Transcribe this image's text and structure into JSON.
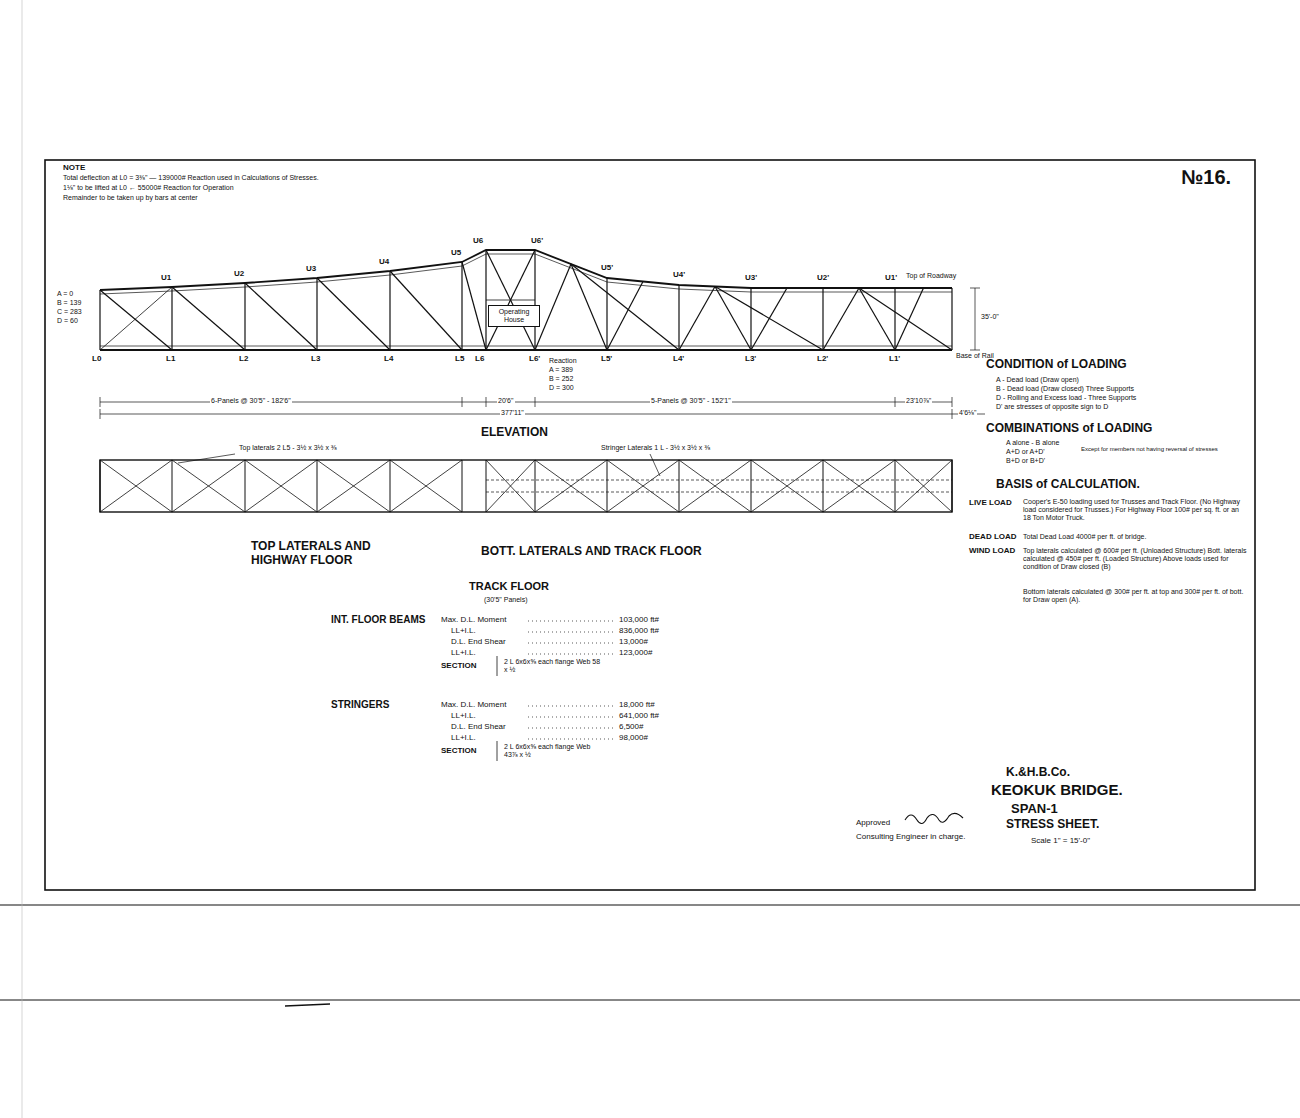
{
  "diagram": {
    "title": "KEOKUK BRIDGE.",
    "nodes": [
      {
        "text": [
          "Operating House"
        ]
      }
    ],
    "labels": [
      "№16.",
      "NOTE",
      "Total deflection at L0 = 3⅜\" — 139000# Reaction used in Calculations of Stresses.",
      "1⅛\" to be lifted at L0 ← 55000# Reaction for Operation",
      "Remainder to be taken up by bars at center",
      "A = 0",
      "B = 139",
      "C = 283",
      "D = 60",
      "L0",
      "L1",
      "L2",
      "L3",
      "L4",
      "L5",
      "L6",
      "L6'",
      "L5'",
      "L4'",
      "L3'",
      "L2'",
      "L1'",
      "U1",
      "U2",
      "U3",
      "U4",
      "U5",
      "U6",
      "U6'",
      "U5'",
      "U4'",
      "U3'",
      "U2'",
      "U1'",
      "Top of Roadway",
      "Base of Rail",
      "35'-0\"",
      "6-Panels @ 30'5\" - 182'6\"",
      "20'6\"",
      "5-Panels @ 30'5\" - 152'1\"",
      "23'10⅞\"",
      "377'11\"",
      "4'6⅛\"",
      "Reaction",
      "A = 389",
      "B = 252",
      "D = 300",
      "ELEVATION",
      "Top laterals 2 L5 - 3½ x 3½ x ⅜",
      "Stringer Laterals 1 L - 3½ x 3½ x ⅜",
      "TOP LATERALS AND HIGHWAY FLOOR",
      "BOTT. LATERALS AND TRACK FLOOR",
      "TRACK FLOOR",
      "(30'5\" Panels)",
      "INT. FLOOR BEAMS",
      "Max. D.L. Moment",
      "103,000 ft#",
      "LL+I.L.",
      "836,000 ft#",
      "D.L. End Shear",
      "13,000#",
      "LL+I.L.",
      "123,000#",
      "SECTION",
      "2 L 6x6x⅝ each flange Web 58 x ½",
      "STRINGERS",
      "Max. D.L. Moment",
      "18,000 ft#",
      "LL+I.L.",
      "641,000 ft#",
      "D.L. End Shear",
      "6,500#",
      "LL+I.L.",
      "98,000#",
      "SECTION",
      "2 L 6x6x⅝ each flange Web 43⅞ x ½",
      "CONDITION of LOADING",
      "A - Dead load (Draw open)",
      "B - Dead load (Draw closed) Three Supports",
      "D - Rolling and Excess load - Three Supports",
      "D' are stresses of opposite sign to D",
      "COMBINATIONS of LOADING",
      "A alone - B alone",
      "A+D or A+D'",
      "B+D or B+D'",
      "Except for members not having reversal of stresses",
      "BASIS of CALCULATION.",
      "LIVE LOAD",
      "Cooper's E-50 loading used for Trusses and Track Floor. (No Highway load considered for Trusses.) For Highway Floor 100# per sq. ft. or an 18 Ton Motor Truck.",
      "DEAD LOAD",
      "Total Dead Load 4000# per ft. of bridge.",
      "WIND LOAD",
      "Top laterals calculated @ 600# per ft. (Unloaded Structure) Bott. laterals calculated @ 450# per ft. (Loaded Structure) Above loads used for condition of Draw closed (B)",
      "Bottom laterals calculated @ 300# per ft. at top and 300# per ft. of bott. for Draw open (A).",
      "K.&H.B.Co.",
      "SPAN-1",
      "STRESS SHEET.",
      "Approved",
      "Consulting Engineer in charge.",
      "Scale 1\" = 15'-0\""
    ]
  }
}
